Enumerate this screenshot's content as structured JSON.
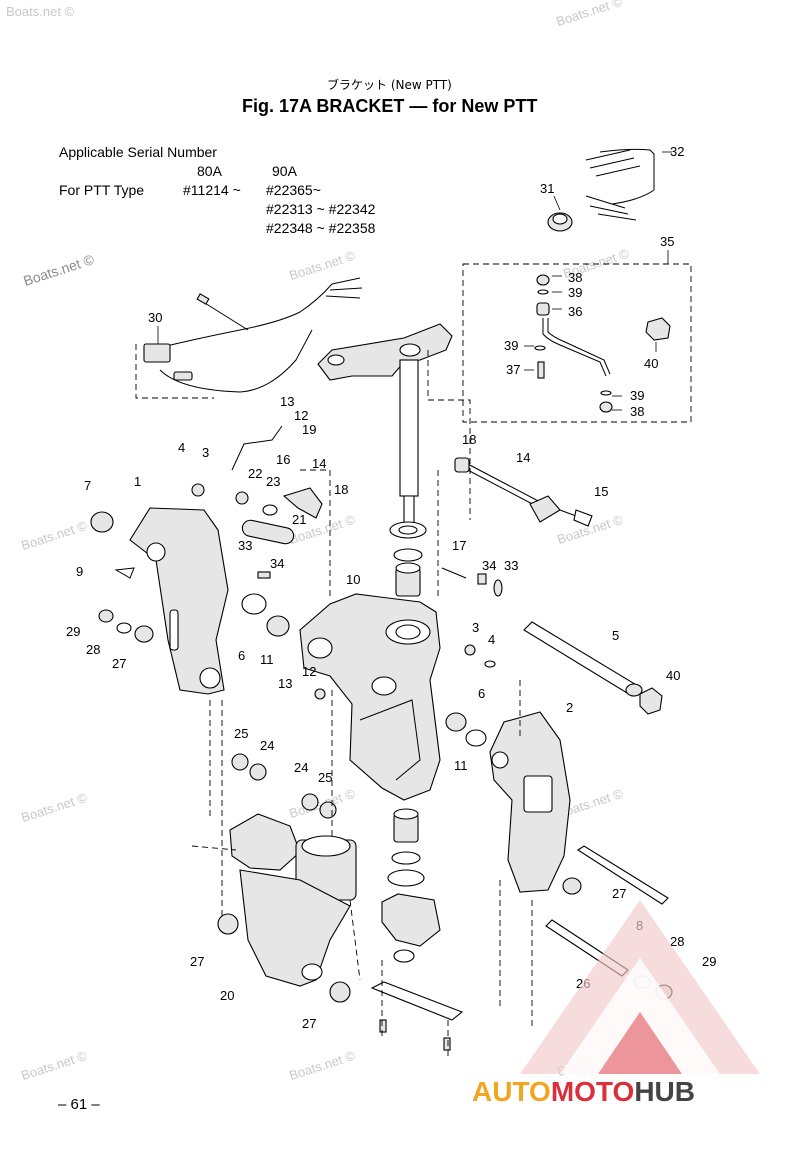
{
  "header": {
    "jp_title": "ブラケット (New PTT)",
    "fig_title": "Fig. 17A   BRACKET — for New PTT"
  },
  "serial": {
    "label": "Applicable Serial Number",
    "col1_head": "80A",
    "col2_head": "90A",
    "row_label": "For PTT Type",
    "col1_val": "#11214 ~",
    "col2_vals": [
      "#22365~",
      "#22313 ~ #22342",
      "#22348 ~ #22358"
    ]
  },
  "watermark": {
    "text": "Boats.net ©"
  },
  "callouts": {
    "c1": "1",
    "c2": "2",
    "c3a": "3",
    "c3b": "3",
    "c4a": "4",
    "c4b": "4",
    "c5": "5",
    "c6a": "6",
    "c6b": "6",
    "c7": "7",
    "c8": "8",
    "c9": "9",
    "c10": "10",
    "c11a": "11",
    "c11b": "11",
    "c12a": "12",
    "c12b": "12",
    "c13a": "13",
    "c13b": "13",
    "c14a": "14",
    "c14b": "14",
    "c15": "15",
    "c16": "16",
    "c17": "17",
    "c18a": "18",
    "c18b": "18",
    "c19": "19",
    "c20": "20",
    "c21": "21",
    "c22": "22",
    "c23": "23",
    "c24a": "24",
    "c24b": "24",
    "c25a": "25",
    "c25b": "25",
    "c26": "26",
    "c27a": "27",
    "c27b": "27",
    "c27c": "27",
    "c27d": "27",
    "c28a": "28",
    "c28b": "28",
    "c29a": "29",
    "c29b": "29",
    "c30": "30",
    "c31": "31",
    "c32": "32",
    "c33a": "33",
    "c33b": "33",
    "c34a": "34",
    "c34b": "34",
    "c35": "35",
    "c36": "36",
    "c37": "37",
    "c38a": "38",
    "c38b": "38",
    "c39a": "39",
    "c39b": "39",
    "c39c": "39",
    "c40a": "40",
    "c40b": "40"
  },
  "footer": {
    "page_number": "– 61 –",
    "brand_auto": "AUTO",
    "brand_moto": "MOTO",
    "brand_hub": "HUB"
  },
  "colors": {
    "brand_red": "#d9303a",
    "brand_orange": "#f2a521",
    "brand_dark": "#444444",
    "watermark": "#c8c8c8"
  }
}
